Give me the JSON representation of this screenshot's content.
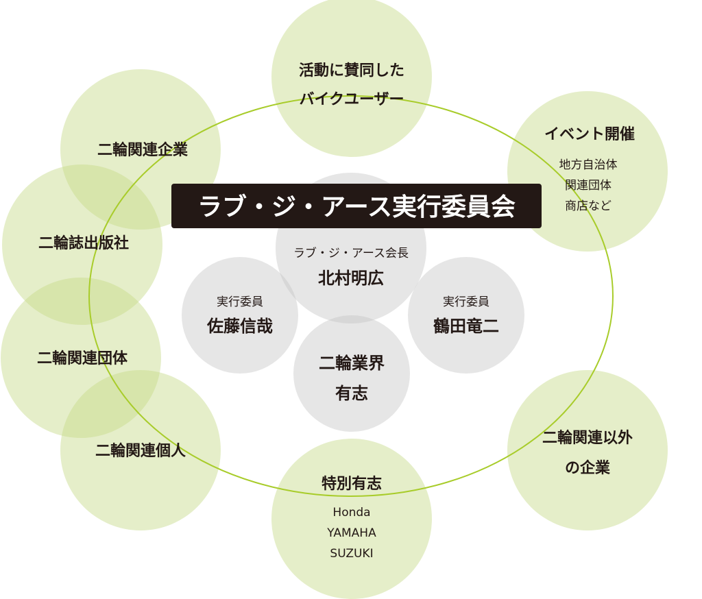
{
  "title": "ラブ・ジ・アース実行委員会",
  "core": {
    "chair_role": "ラブ・ジ・アース会長",
    "chair_name": "北村明広",
    "left_role": "実行委員",
    "left_name": "佐藤信哉",
    "right_role": "実行委員",
    "right_name": "鶴田竜二",
    "bottom_line1": "二輪業界",
    "bottom_line2": "有志"
  },
  "outer": {
    "top_line1": "活動に賛同した",
    "top_line2": "バイクユーザー",
    "companies": "二輪関連企業",
    "publishers": "二輪誌出版社",
    "groups": "二輪関連団体",
    "individuals": "二輪関連個人",
    "event_title": "イベント開催",
    "event_line1": "地方自治体",
    "event_line2": "関連団体",
    "event_line3": "商店など",
    "other_line1": "二輪関連以外",
    "other_line2": "の企業",
    "special_title": "特別有志",
    "special_line1": "Honda",
    "special_line2": "YAMAHA",
    "special_line3": "SUZUKI"
  },
  "colors": {
    "ring": "#a8cc2a",
    "circle": "#e5eec7",
    "core": "#e6e6e6",
    "title_bg": "#231815"
  }
}
